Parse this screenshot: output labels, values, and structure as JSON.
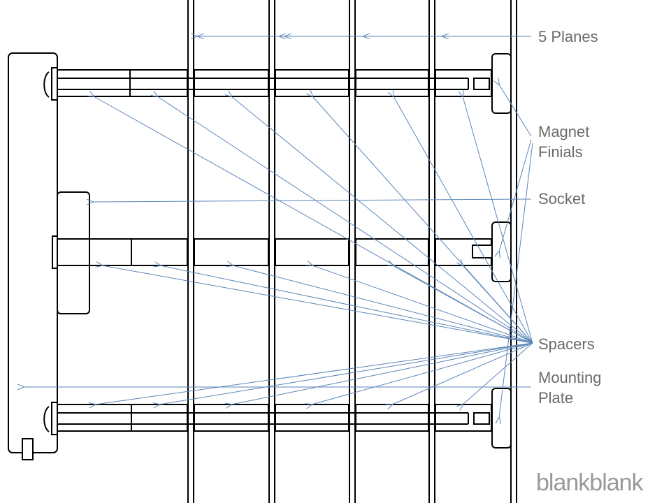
{
  "labels": {
    "planes": "5 Planes",
    "magnet_finials_line1": "Magnet",
    "magnet_finials_line2": "Finials",
    "socket": "Socket",
    "spacers": "Spacers",
    "mounting_plate_line1": "Mounting",
    "mounting_plate_line2": "Plate"
  },
  "brand": {
    "logo_text": "blankblank"
  },
  "colors": {
    "line": "#000000",
    "leader": "#5b86b8",
    "label": "#6b6b6b",
    "logo": "#9a9a9a"
  }
}
